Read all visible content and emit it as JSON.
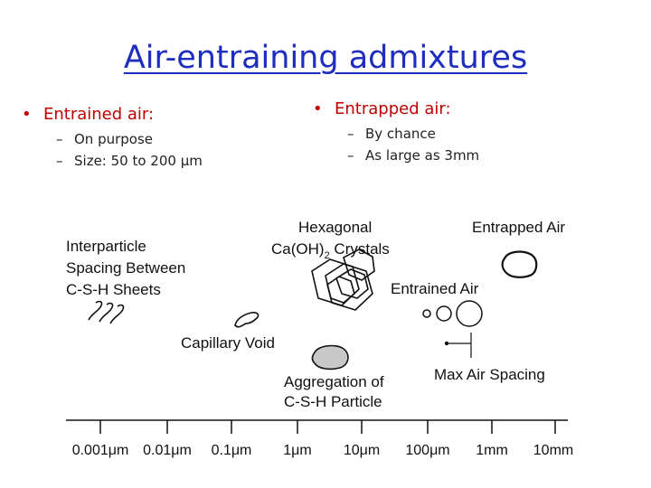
{
  "title": "Air-entraining admixtures",
  "left": {
    "heading": "Entrained air:",
    "items": [
      "On purpose",
      "Size: 50 to 200 μm"
    ]
  },
  "right": {
    "heading": "Entrapped air:",
    "items": [
      "By chance",
      "As large as 3mm"
    ]
  },
  "diagram": {
    "interparticle": [
      "Interparticle",
      "Spacing Between",
      "C-S-H Sheets"
    ],
    "hexagonal": [
      "Hexagonal",
      "Ca(OH)",
      "2",
      " Crystals"
    ],
    "entrapped_air": "Entrapped Air",
    "entrained_air": "Entrained Air",
    "capillary_void": "Capillary Void",
    "aggregation": [
      "Aggregation of",
      "C-S-H Particle"
    ],
    "max_air_spacing": "Max Air Spacing",
    "scale_ticks": [
      "0.001μm",
      "0.01μm",
      "0.1μm",
      "1μm",
      "10μm",
      "100μm",
      "1mm",
      "10mm"
    ]
  }
}
